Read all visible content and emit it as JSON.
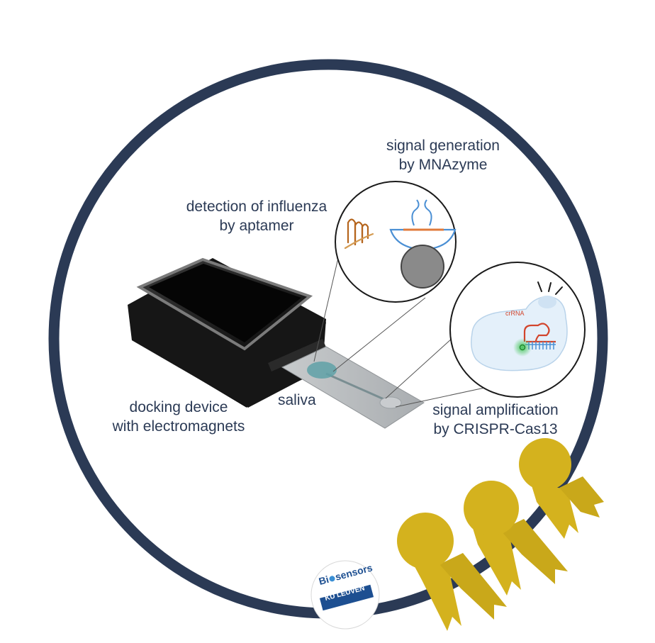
{
  "labels": {
    "mnazyme_line1": "signal generation",
    "mnazyme_line2": "by MNAzyme",
    "aptamer_line1": "detection of influenza",
    "aptamer_line2": "by aptamer",
    "docking_line1": "docking device",
    "docking_line2": "with electromagnets",
    "saliva": "saliva",
    "crispr_line1": "signal amplification",
    "crispr_line2": "by CRISPR-Cas13",
    "crrna": "crRNA"
  },
  "logo": {
    "line1_pre": "Bi",
    "line1_post": "sensors",
    "line2": "KU LEUVEN"
  },
  "colors": {
    "ring": "#2b3a55",
    "text": "#2b3a55",
    "ribbon": "#d4b21e",
    "device": "#151515",
    "strip": "#b9bcbf",
    "chamber": "#5fa1a7",
    "aptamer": "#b5651d",
    "mnazyme": "#4a8fd4",
    "bead": "#8a8a8a",
    "crrna": "#d2452c",
    "fluor": "#36c24a",
    "logo_blue": "#1d4f91"
  }
}
